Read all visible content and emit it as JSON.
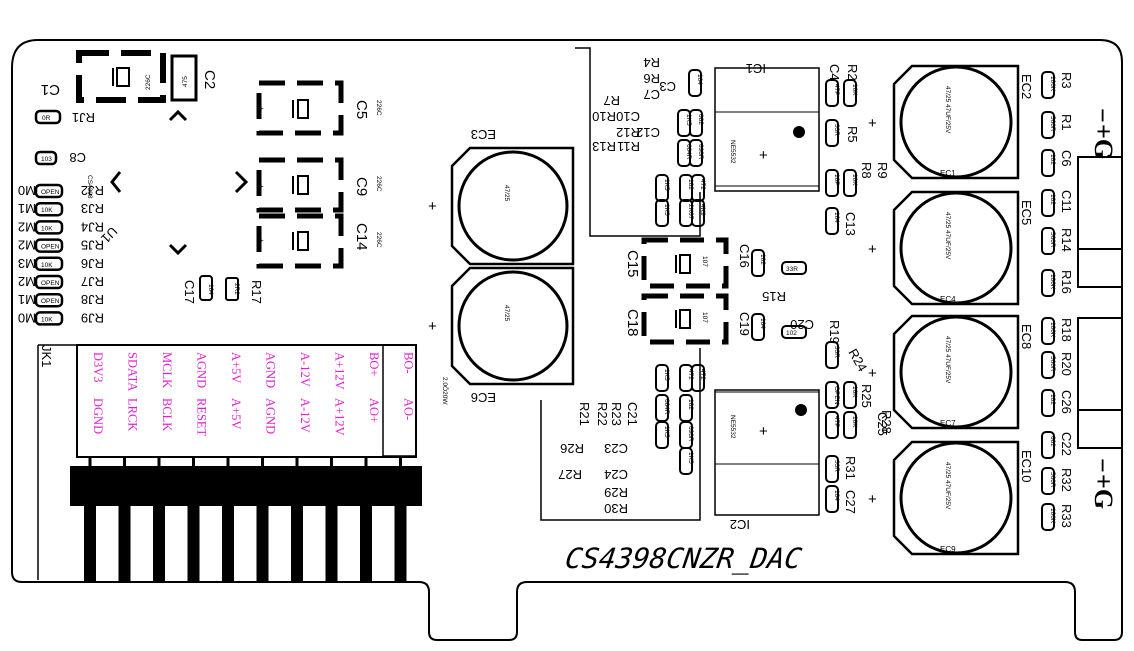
{
  "board": {
    "title": "CS4398CNZR_DAC",
    "connector_ref": "JK1",
    "chip_ref": "U1",
    "chip_part": "CS4398",
    "resistor_note": "2.0Ô20W",
    "power_marks": [
      "+G",
      "+G"
    ],
    "minus_mark": "−"
  },
  "pins": [
    {
      "top": "D3V3",
      "bottom": "DGND"
    },
    {
      "top": "SDATA",
      "bottom": "LRCK"
    },
    {
      "top": "MCLK",
      "bottom": "BCLK"
    },
    {
      "top": "AGND",
      "bottom": "RESET"
    },
    {
      "top": "A+5V",
      "bottom": "A+5V"
    },
    {
      "top": "AGND",
      "bottom": "AGND"
    },
    {
      "top": "A-12V",
      "bottom": "A-12V"
    },
    {
      "top": "A+12V",
      "bottom": "A+12V"
    },
    {
      "top": "BO+",
      "bottom": "AO+"
    },
    {
      "top": "BO-",
      "bottom": "AO-"
    }
  ],
  "mode_resistors": [
    {
      "mode": "M0",
      "value": "OPEN",
      "ref": "RJ2"
    },
    {
      "mode": "M1",
      "value": "10K",
      "ref": "RJ3"
    },
    {
      "mode": "M2",
      "value": "10K",
      "ref": "RJ4"
    },
    {
      "mode": "M2",
      "value": "OPEN",
      "ref": "RJ5"
    },
    {
      "mode": "M3",
      "value": "10K",
      "ref": "RJ6"
    },
    {
      "mode": "M2",
      "value": "OPEN",
      "ref": "RJ7"
    },
    {
      "mode": "M1",
      "value": "OPEN",
      "ref": "RJ8"
    },
    {
      "mode": "M0",
      "value": "10K",
      "ref": "RJ9"
    }
  ],
  "small_parts": {
    "RJ1": "0R",
    "C8": "103",
    "C17": "104",
    "R17": "2R2",
    "C1_val": "226C",
    "C2_val": "475",
    "C5_val": "226C",
    "C9_val": "226C",
    "C14_val": "226C"
  },
  "ec_left": [
    {
      "ref": "EC3",
      "value": "47/25"
    },
    {
      "ref": "EC6",
      "value": "47/25"
    }
  ],
  "ec_right": [
    {
      "ref": "EC1",
      "value": "47/25  47UF/25V"
    },
    {
      "ref": "EC4",
      "value": "47/25  47UF/25V"
    },
    {
      "ref": "EC7",
      "value": "47/25  47UF/25V"
    },
    {
      "ref": "EC9",
      "value": "47/25  47UF/25V"
    }
  ],
  "ec_side_labels": [
    "EC2",
    "EC5",
    "EC8",
    "EC10"
  ],
  "ics": [
    {
      "ref": "IC1",
      "part": "NE5532"
    },
    {
      "ref": "IC2",
      "part": "NE5532"
    }
  ],
  "labels": {
    "c1": "C1",
    "c2": "C2",
    "c5": "C5",
    "c9": "C9",
    "c14": "C14",
    "u1": "U1",
    "r4": "R4",
    "r6": "R6",
    "c7": "C7",
    "r7": "R7",
    "c10": "C10",
    "r10": "R10",
    "r12": "R12",
    "c12": "C12",
    "r11": "R11",
    "r13": "R13",
    "c3": "C3",
    "r2": "R2",
    "c4": "C4",
    "r5": "R5",
    "r8": "R8",
    "r9": "R9",
    "c13": "C13",
    "c15": "C15",
    "c16": "C16",
    "r15": "R15",
    "c18": "C18",
    "c19": "C19",
    "c20": "C20",
    "r19": "R19",
    "r24": "R24",
    "r25": "R25",
    "c25": "C25",
    "r28": "R28",
    "r31": "R31",
    "c27": "C27",
    "r21": "R21",
    "r22": "R22",
    "r23": "R23",
    "c21": "C21",
    "r26": "R26",
    "c23": "C23",
    "r27": "R27",
    "c24": "C24",
    "r29": "R29",
    "r30": "R30",
    "r3": "R3",
    "r1": "R1",
    "c6": "C6",
    "c11": "C11",
    "r14": "R14",
    "r16": "R16",
    "r18": "R18",
    "r20": "R20",
    "c26": "C26",
    "c22": "C22",
    "r32": "R32",
    "r33": "R33"
  },
  "part_values": {
    "c3": "104",
    "r4v": "1K5",
    "c7v": "682",
    "r6v": "698R",
    "r10v": "1K5",
    "r12v": "604R",
    "r11v": "182",
    "r13v": "1K5",
    "c10v": "2K67",
    "c12v": "472",
    "r7v": "4K9",
    "r2v": "10K",
    "c4v": "47P",
    "r5v": "33R",
    "r8v": "10P",
    "r9v": "10K",
    "c13v": "104",
    "c16v": "102",
    "r15v": "33R",
    "c19v": "104",
    "c20v": "102",
    "c15v": "107",
    "c18v": "107",
    "r19v": "33R",
    "r24v": "OPEN",
    "r25v": "10K",
    "c25v": "47P",
    "r28v": "10K",
    "r31v": "33R",
    "c27v": "104",
    "r21v": "1K5",
    "r22v": "604R",
    "r23v": "1K5",
    "c21v": "182",
    "r26v": "698R",
    "c23v": "2K67",
    "c24v": "472",
    "r27v": "1K5",
    "r3v": "100K",
    "r1v": "560R",
    "c6v": "102",
    "c11v": "102",
    "r14v": "560R",
    "r16v": "100K",
    "r18v": "100K",
    "r20v": "560R",
    "c26v": "102",
    "c22v": "682",
    "r32v": "560R",
    "r33v": "100K"
  }
}
